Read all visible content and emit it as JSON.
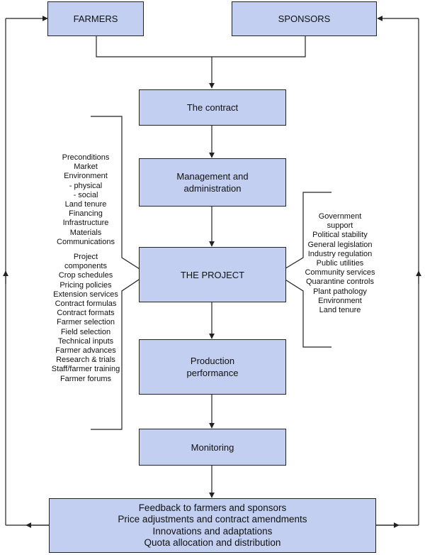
{
  "nodes": {
    "farmers": "FARMERS",
    "sponsors": "SPONSORS",
    "contract": "The contract",
    "management": [
      "Management and",
      "administration"
    ],
    "project": "THE PROJECT",
    "production": [
      "Production",
      "performance"
    ],
    "monitoring": "Monitoring",
    "feedback": [
      "Feedback to farmers and sponsors",
      "Price adjustments and contract amendments",
      "Innovations and adaptations",
      "Quota allocation and distribution"
    ]
  },
  "left_factors": [
    "Preconditions",
    "Market",
    "Environment",
    "- physical",
    "- social",
    "Land tenure",
    "Financing",
    "Infrastructure",
    "Materials",
    "Communications",
    "",
    "Project",
    "components",
    "Crop schedules",
    "Pricing policies",
    "Extension services",
    "Contract formulas",
    "Contract formats",
    "Farmer selection",
    "Field selection",
    "Technical inputs",
    "Farmer advances",
    "Research & trials",
    "Staff/farmer training",
    "Farmer forums"
  ],
  "right_factors": [
    "Government",
    "support",
    "Political stability",
    "General legislation",
    "Industry regulation",
    "Public utilities",
    "Community services",
    "Quarantine controls",
    "Plant pathology",
    "Environment",
    "Land tenure"
  ],
  "colors": {
    "box_fill": "#c3cff0",
    "line": "#222222"
  }
}
